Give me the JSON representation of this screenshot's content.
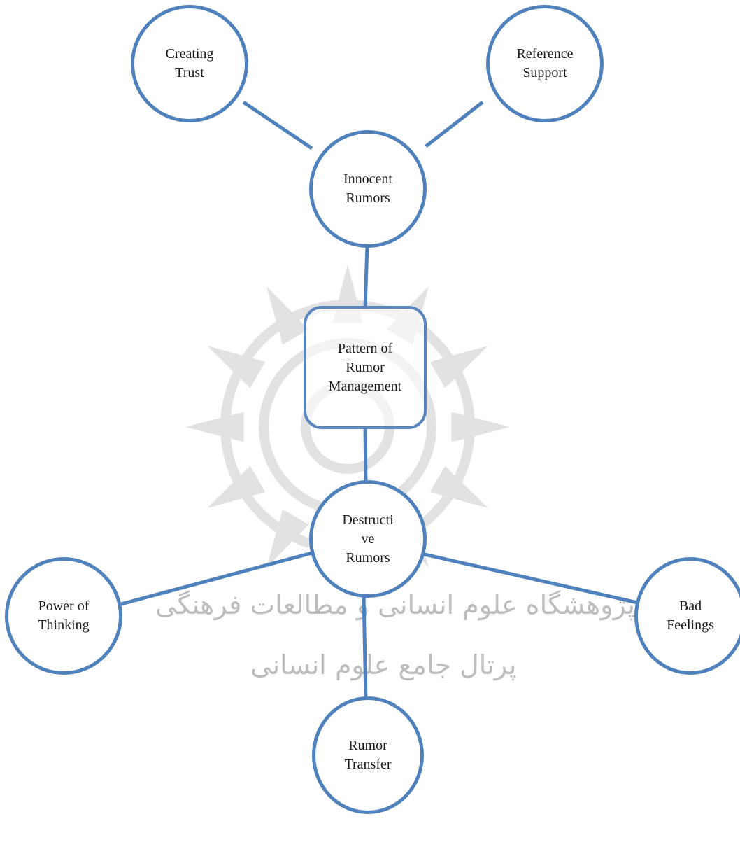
{
  "colors": {
    "node_border": "#4f81bd",
    "connector": "#4f81bd",
    "watermark": "#bdbdbd"
  },
  "center": {
    "label": "Pattern of\nRumor\nManagement"
  },
  "nodes": {
    "innocent": {
      "label": "Innocent\nRumors"
    },
    "destructive": {
      "label": "Destructi\nve\nRumors"
    },
    "creating_trust": {
      "label": "Creating\nTrust"
    },
    "reference_support": {
      "label": "Reference\nSupport"
    },
    "power_of_thinking": {
      "label": "Power of\nThinking"
    },
    "bad_feelings": {
      "label": "Bad\nFeelings"
    },
    "rumor_transfer": {
      "label": "Rumor\nTransfer"
    }
  },
  "watermark": {
    "line1": "پژوهشگاه علوم انسانی و مطالعات فرهنگی",
    "line2": "پرتال جامع علوم انسانی"
  }
}
